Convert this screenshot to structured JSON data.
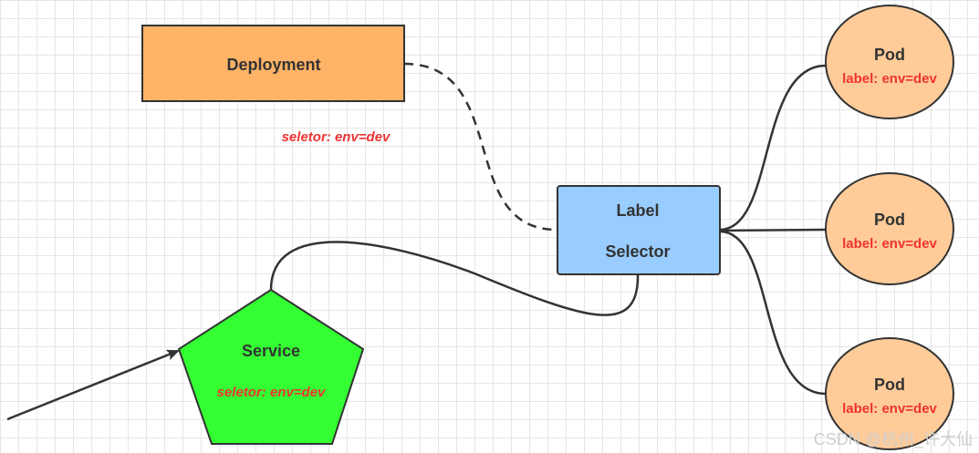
{
  "deployment": {
    "label": "Deployment",
    "selector_text": "seletor:  env=dev"
  },
  "label_selector": {
    "line1": "Label",
    "line2": "Selector"
  },
  "service": {
    "label": "Service",
    "selector_text": "seletor:  env=dev"
  },
  "pods": [
    {
      "label": "Pod",
      "env_label": "label: env=dev"
    },
    {
      "label": "Pod",
      "env_label": "label: env=dev"
    },
    {
      "label": "Pod",
      "env_label": "label: env=dev"
    }
  ],
  "watermark": "CSDN @杭州_许大仙",
  "colors": {
    "deployment_fill": "#ffb366",
    "label_selector_fill": "#99ccff",
    "service_fill": "#33ff33",
    "pod_fill": "#ffcc99",
    "label_text": "#ee3333",
    "connector": "#333333"
  }
}
